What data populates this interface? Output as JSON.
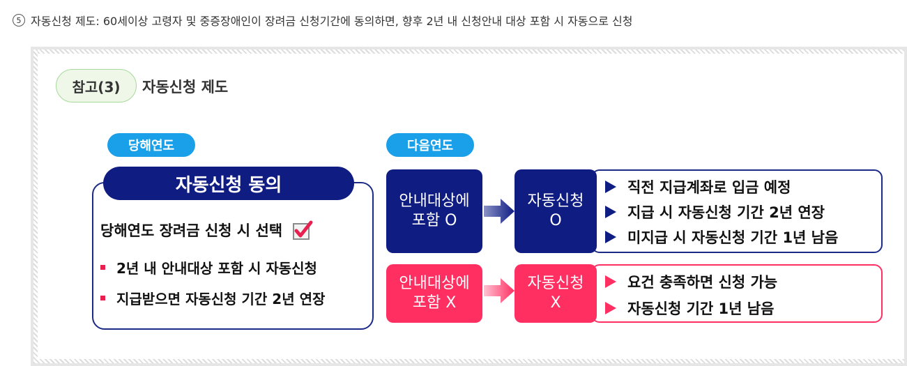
{
  "intro": {
    "number": "5",
    "text": "자동신청 제도: 60세이상 고령자 및 중증장애인이 장려금 신청기간에 동의하면, 향후 2년 내 신청안내 대상 포함 시 자동으로 신청"
  },
  "reference": {
    "pill": "참고(3)",
    "title": "자동신청 제도"
  },
  "tags": {
    "this_year": "당해연도",
    "next_year": "다음연도"
  },
  "left_panel": {
    "header": "자동신청 동의",
    "select_text": "당해연도  장려금  신청  시  선택",
    "bullets": [
      "2년 내 안내대상  포함 시 자동신청",
      "지급받으면  자동신청  기간 2년  연장"
    ]
  },
  "row_o": {
    "box1_line1": "안내대상에",
    "box1_line2": "포함 O",
    "box2_line1": "자동신청",
    "box2_line2": "O",
    "results": [
      "직전  지급계좌로   입금  예정",
      "지급  시  자동신청  기간  2년  연장",
      "미지급  시  자동신청  기간  1년  남음"
    ]
  },
  "row_x": {
    "box1_line1": "안내대상에",
    "box1_line2": "포함 X",
    "box2_line1": "자동신청",
    "box2_line2": "X",
    "results": [
      "요건  충족하면  신청  가능",
      "자동신청  기간  1년  남음"
    ]
  },
  "colors": {
    "navy": "#0f1c82",
    "pink": "#ff2f62",
    "sky": "#1aa0e8",
    "green_pill": "#eef7e8"
  }
}
